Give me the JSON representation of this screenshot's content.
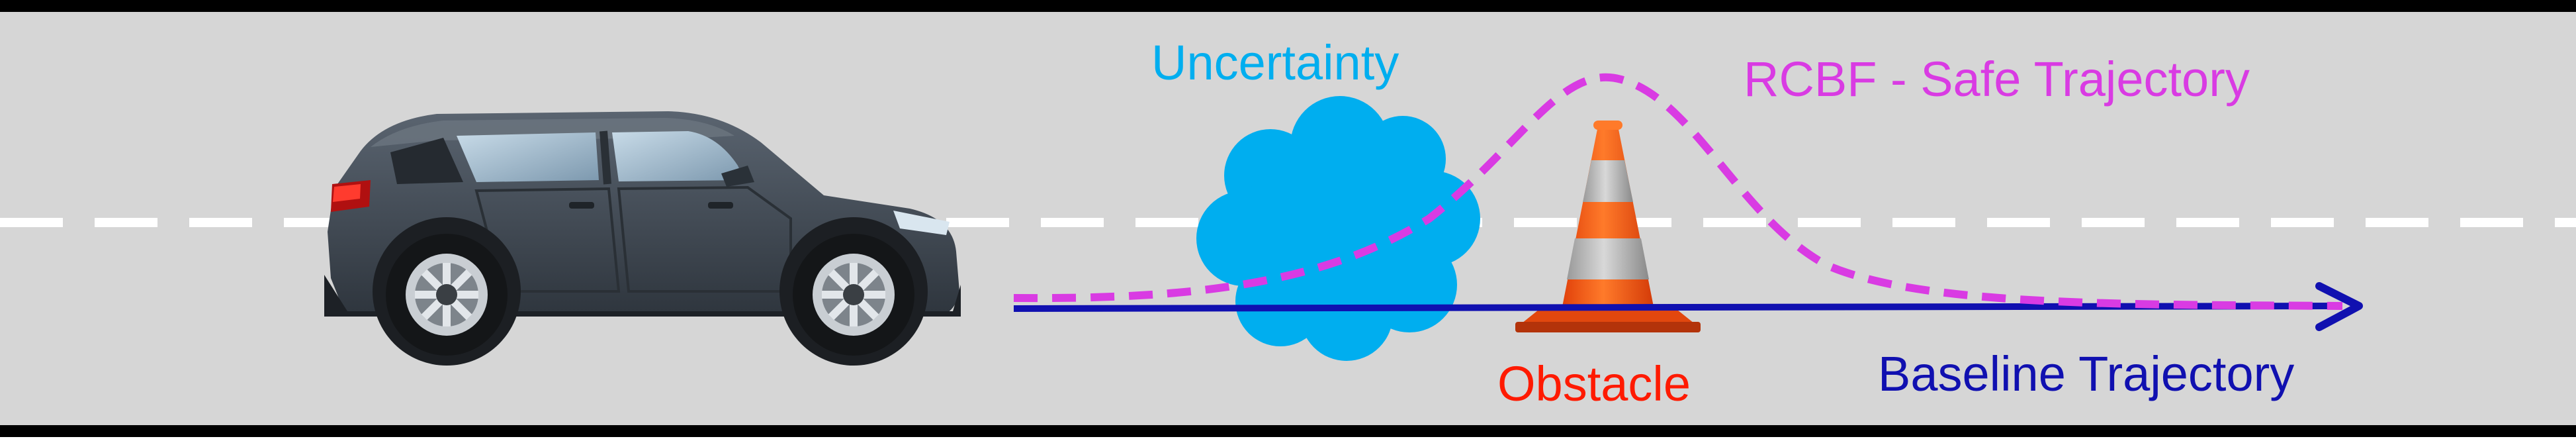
{
  "labels": {
    "uncertainty": "Uncertainty",
    "rcbf": "RCBF - Safe Trajectory",
    "obstacle": "Obstacle",
    "baseline": "Baseline Trajectory"
  },
  "icons": {
    "vehicle": "suv-car-icon",
    "obstacle": "traffic-cone-icon",
    "uncertainty": "cloud-icon"
  },
  "colors": {
    "road": "#d6d6d6",
    "road_edge": "#000000",
    "lane_marking": "#ffffff",
    "uncertainty": "#00aeef",
    "rcbf": "#d93be3",
    "obstacle": "#ff1a00",
    "baseline": "#1010b0",
    "car_body": "#3c4550",
    "cone": "#ff5a14"
  }
}
